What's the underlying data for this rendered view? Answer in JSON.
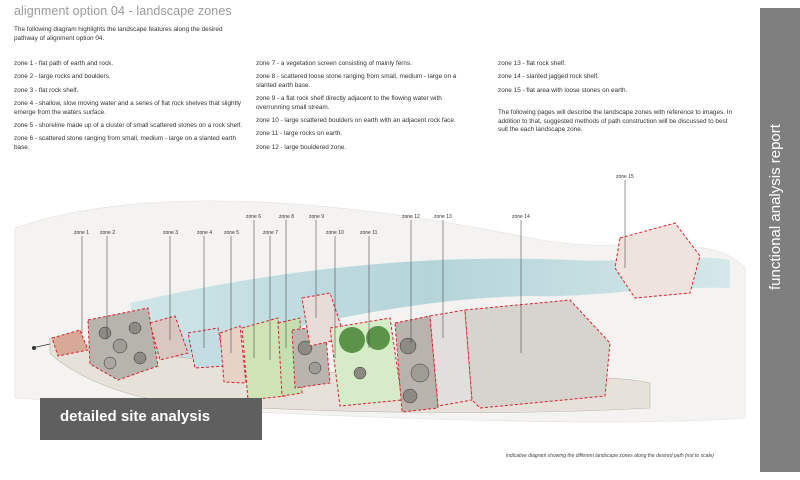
{
  "header": {
    "title": "alignment option 04 - landscape zones",
    "intro": "The following diagram highlights the landscape features along the desired pathway of alignment option 04."
  },
  "zones_col1": [
    {
      "text": "zone 1 - flat path of earth and rock."
    },
    {
      "text": "zone 2 - large rocks and boulders."
    },
    {
      "text": "zone 3 - flat rock shelf."
    },
    {
      "text": "zone 4 - shallow, slow moving water and a series of flat rock shelves that slightly emerge from the waters surface."
    },
    {
      "text": "zone 5 - shoreline made up of a cluster of small scattered stones on a rock shelf."
    },
    {
      "text": "zone 6 - scattered stone ranging from small, medium - large on a slanted earth base."
    }
  ],
  "zones_col2": [
    {
      "text": "zone 7 - a vegetation screen consisting of mainly ferns."
    },
    {
      "text": "zone 8 - scattered loose stone ranging from small, medium - large on a slanted earth base."
    },
    {
      "text": "zone 9 - a flat rock shelf directly adjacent to the flowing water with overrunning small stream."
    },
    {
      "text": "zone 10 - large scattered boulders on earth with an adjacent rock face."
    },
    {
      "text": "zone 11 - large rocks on earth."
    },
    {
      "text": "zone 12 - large bouldered zone."
    }
  ],
  "zones_col3": [
    {
      "text": "zone 13 - flat rock shelf."
    },
    {
      "text": "zone 14 - slanted jagged rock shelf."
    },
    {
      "text": "zone 15 - flat area with loose stones on earth."
    }
  ],
  "note": "The following pages will describe the landscape zones with reference to images. In addition to that, suggested methods of path construction will be discussed to best suit the each landscape zone.",
  "sidebar": {
    "title": "functional analysis report"
  },
  "banner": {
    "label": "detailed site analysis"
  },
  "diagram": {
    "caption": "indicative diagram showing the different landscape zones along the desired path (not to scale)",
    "zone_labels": [
      "zone 1",
      "zone 2",
      "zone 3",
      "zone 4",
      "zone 5",
      "zone 6",
      "zone 7",
      "zone 8",
      "zone 9",
      "zone 10",
      "zone 11",
      "zone 12",
      "zone 13",
      "zone 14",
      "zone 15"
    ]
  },
  "colors": {
    "sidebar": "#7f7f7f",
    "banner": "#5f5f5f",
    "zone_outline": "#d9232d",
    "water": "#a9cfd6",
    "vegetation": "#4e8a3a"
  }
}
